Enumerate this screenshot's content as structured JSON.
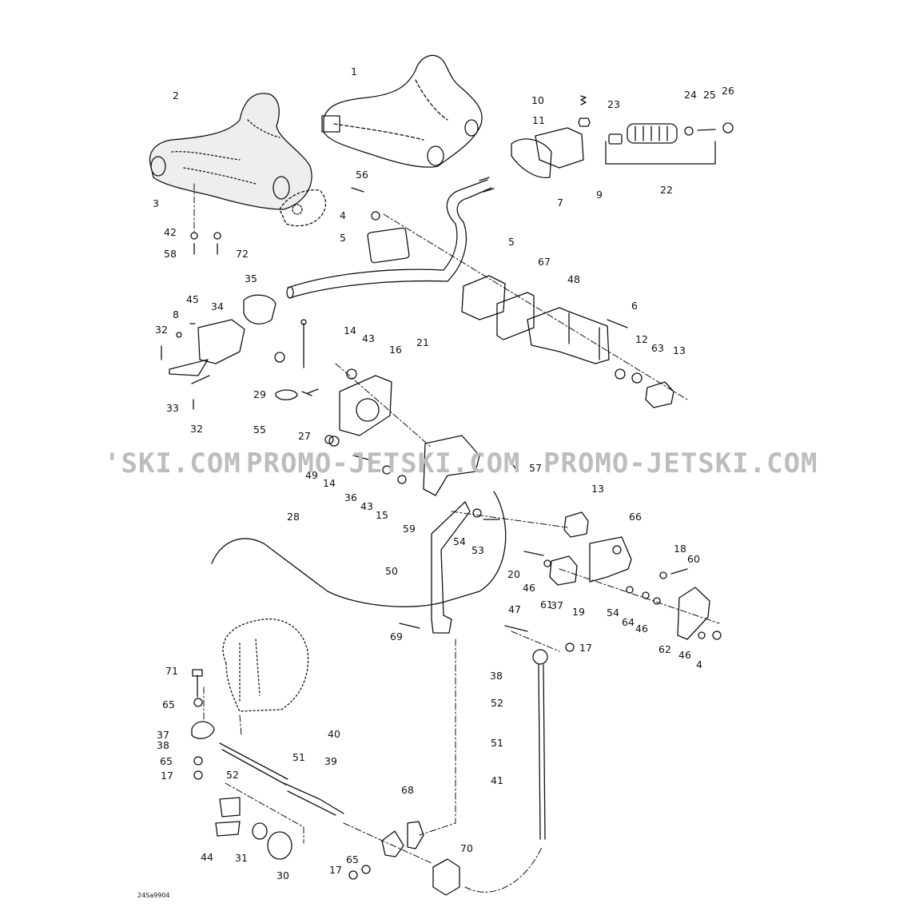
{
  "diagram": {
    "code": "24Sa9904",
    "watermark": [
      "'SKI.COM",
      "PROMO-JETSKI.COM",
      "PROMO-JETSKI.COM"
    ],
    "line_color": "#111111",
    "watermark_color": "#bdbdbd",
    "labels": [
      "1",
      "2",
      "3",
      "4",
      "5",
      "5",
      "6",
      "7",
      "8",
      "9",
      "10",
      "11",
      "12",
      "13",
      "13",
      "14",
      "14",
      "15",
      "16",
      "17",
      "17",
      "17",
      "18",
      "19",
      "20",
      "21",
      "22",
      "23",
      "24",
      "25",
      "26",
      "27",
      "28",
      "29",
      "30",
      "31",
      "32",
      "32",
      "33",
      "34",
      "35",
      "36",
      "37",
      "37",
      "38",
      "38",
      "39",
      "40",
      "41",
      "42",
      "43",
      "43",
      "44",
      "45",
      "46",
      "46",
      "46",
      "47",
      "48",
      "49",
      "50",
      "51",
      "51",
      "52",
      "52",
      "53",
      "54",
      "54",
      "55",
      "56",
      "57",
      "58",
      "59",
      "60",
      "61",
      "62",
      "63",
      "64",
      "65",
      "65",
      "65",
      "66",
      "67",
      "68",
      "69",
      "70",
      "71",
      "72",
      "4"
    ]
  }
}
